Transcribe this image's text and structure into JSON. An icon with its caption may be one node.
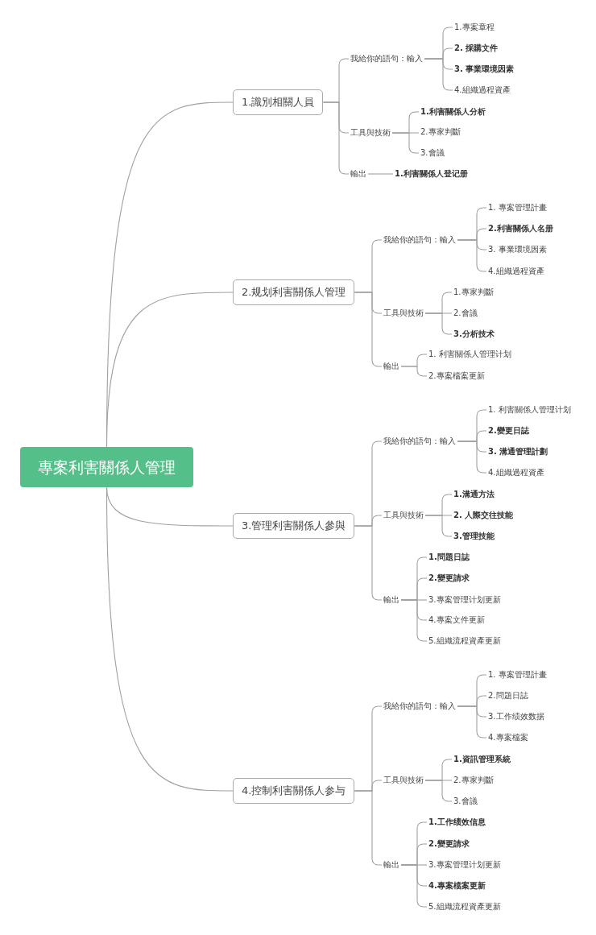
{
  "diagram": {
    "nodes": [
      {
        "text": [
          "專案利害關係人管理"
        ]
      },
      {
        "text": [
          "1.識別相關人員"
        ]
      },
      {
        "text": [
          "我給你的語句：輸入"
        ]
      },
      {
        "text": [
          "1.專案章程"
        ]
      },
      {
        "text": [
          "2. 採購文件"
        ]
      },
      {
        "text": [
          "3. 事業環境因素"
        ]
      },
      {
        "text": [
          "4.組織過程資產"
        ]
      },
      {
        "text": [
          "工具與技術"
        ]
      },
      {
        "text": [
          "1.利害關係人分析"
        ]
      },
      {
        "text": [
          "2.專家判斷"
        ]
      },
      {
        "text": [
          "3.會議"
        ]
      },
      {
        "text": [
          "輸出"
        ]
      },
      {
        "text": [
          "1.利害關係人登记册"
        ]
      },
      {
        "text": [
          "2.规划利害關係人管理"
        ]
      },
      {
        "text": [
          "我給你的語句：輸入"
        ]
      },
      {
        "text": [
          "1. 專案管理計畫"
        ]
      },
      {
        "text": [
          "2.利害關係人名册"
        ]
      },
      {
        "text": [
          "3. 事業環境因素"
        ]
      },
      {
        "text": [
          "4.組織過程資產"
        ]
      },
      {
        "text": [
          "工具與技術"
        ]
      },
      {
        "text": [
          "1.專家判斷"
        ]
      },
      {
        "text": [
          "2.會議"
        ]
      },
      {
        "text": [
          "3.分析技术"
        ]
      },
      {
        "text": [
          "輸出"
        ]
      },
      {
        "text": [
          "1. 利害關係人管理计划"
        ]
      },
      {
        "text": [
          "2.專案檔案更新"
        ]
      },
      {
        "text": [
          "3.管理利害關係人參與"
        ]
      },
      {
        "text": [
          "我給你的語句：輸入"
        ]
      },
      {
        "text": [
          "1. 利害關係人管理计划"
        ]
      },
      {
        "text": [
          "2.變更日誌"
        ]
      },
      {
        "text": [
          "3. 溝通管理計劃"
        ]
      },
      {
        "text": [
          "4.組織過程資產"
        ]
      },
      {
        "text": [
          "工具與技術"
        ]
      },
      {
        "text": [
          "1.溝通方法"
        ]
      },
      {
        "text": [
          "2. 人際交往技能"
        ]
      },
      {
        "text": [
          "3.管理技能"
        ]
      },
      {
        "text": [
          "輸出"
        ]
      },
      {
        "text": [
          "1.問題日誌"
        ]
      },
      {
        "text": [
          "2.變更請求"
        ]
      },
      {
        "text": [
          "3.專案管理计划更新"
        ]
      },
      {
        "text": [
          "4.專案文件更新"
        ]
      },
      {
        "text": [
          "5.組織流程資產更新"
        ]
      },
      {
        "text": [
          "4.控制利害關係人参与"
        ]
      },
      {
        "text": [
          "我給你的語句：輸入"
        ]
      },
      {
        "text": [
          "1. 專案管理計畫"
        ]
      },
      {
        "text": [
          "2.問題日誌"
        ]
      },
      {
        "text": [
          "3.工作绩效数据"
        ]
      },
      {
        "text": [
          "4.專案檔案"
        ]
      },
      {
        "text": [
          "工具與技術"
        ]
      },
      {
        "text": [
          "1.資訊管理系統"
        ]
      },
      {
        "text": [
          "2.專家判斷"
        ]
      },
      {
        "text": [
          "3.會議"
        ]
      },
      {
        "text": [
          "輸出"
        ]
      },
      {
        "text": [
          "1.工作绩效信息"
        ]
      },
      {
        "text": [
          "2.變更請求"
        ]
      },
      {
        "text": [
          "3.專案管理计划更新"
        ]
      },
      {
        "text": [
          "4.專案檔案更新"
        ]
      },
      {
        "text": [
          "5.組織流程資產更新"
        ]
      }
    ],
    "edges": [
      {
        "from": 0,
        "to": 1,
        "arrow": "none"
      },
      {
        "from": 1,
        "to": 2,
        "arrow": "none"
      },
      {
        "from": 2,
        "to": 3,
        "arrow": "none"
      },
      {
        "from": 2,
        "to": 4,
        "arrow": "none"
      },
      {
        "from": 2,
        "to": 5,
        "arrow": "none"
      },
      {
        "from": 2,
        "to": 6,
        "arrow": "none"
      },
      {
        "from": 1,
        "to": 7,
        "arrow": "none"
      },
      {
        "from": 7,
        "to": 8,
        "arrow": "none"
      },
      {
        "from": 7,
        "to": 9,
        "arrow": "none"
      },
      {
        "from": 7,
        "to": 10,
        "arrow": "none"
      },
      {
        "from": 1,
        "to": 11,
        "arrow": "none"
      },
      {
        "from": 11,
        "to": 12,
        "arrow": "none"
      },
      {
        "from": 0,
        "to": 13,
        "arrow": "none"
      },
      {
        "from": 13,
        "to": 14,
        "arrow": "none"
      },
      {
        "from": 14,
        "to": 15,
        "arrow": "none"
      },
      {
        "from": 14,
        "to": 16,
        "arrow": "none"
      },
      {
        "from": 14,
        "to": 17,
        "arrow": "none"
      },
      {
        "from": 14,
        "to": 18,
        "arrow": "none"
      },
      {
        "from": 13,
        "to": 19,
        "arrow": "none"
      },
      {
        "from": 19,
        "to": 20,
        "arrow": "none"
      },
      {
        "from": 19,
        "to": 21,
        "arrow": "none"
      },
      {
        "from": 19,
        "to": 22,
        "arrow": "none"
      },
      {
        "from": 13,
        "to": 23,
        "arrow": "none"
      },
      {
        "from": 23,
        "to": 24,
        "arrow": "none"
      },
      {
        "from": 23,
        "to": 25,
        "arrow": "none"
      },
      {
        "from": 0,
        "to": 26,
        "arrow": "none"
      },
      {
        "from": 26,
        "to": 27,
        "arrow": "none"
      },
      {
        "from": 27,
        "to": 28,
        "arrow": "none"
      },
      {
        "from": 27,
        "to": 29,
        "arrow": "none"
      },
      {
        "from": 27,
        "to": 30,
        "arrow": "none"
      },
      {
        "from": 27,
        "to": 31,
        "arrow": "none"
      },
      {
        "from": 26,
        "to": 32,
        "arrow": "none"
      },
      {
        "from": 32,
        "to": 33,
        "arrow": "none"
      },
      {
        "from": 32,
        "to": 34,
        "arrow": "none"
      },
      {
        "from": 32,
        "to": 35,
        "arrow": "none"
      },
      {
        "from": 26,
        "to": 36,
        "arrow": "none"
      },
      {
        "from": 36,
        "to": 37,
        "arrow": "none"
      },
      {
        "from": 36,
        "to": 38,
        "arrow": "none"
      },
      {
        "from": 36,
        "to": 39,
        "arrow": "none"
      },
      {
        "from": 36,
        "to": 40,
        "arrow": "none"
      },
      {
        "from": 36,
        "to": 41,
        "arrow": "none"
      },
      {
        "from": 0,
        "to": 42,
        "arrow": "none"
      },
      {
        "from": 42,
        "to": 43,
        "arrow": "none"
      },
      {
        "from": 43,
        "to": 44,
        "arrow": "none"
      },
      {
        "from": 43,
        "to": 45,
        "arrow": "none"
      },
      {
        "from": 43,
        "to": 46,
        "arrow": "none"
      },
      {
        "from": 43,
        "to": 47,
        "arrow": "none"
      },
      {
        "from": 42,
        "to": 48,
        "arrow": "none"
      },
      {
        "from": 48,
        "to": 49,
        "arrow": "none"
      },
      {
        "from": 48,
        "to": 50,
        "arrow": "none"
      },
      {
        "from": 48,
        "to": 51,
        "arrow": "none"
      },
      {
        "from": 42,
        "to": 52,
        "arrow": "none"
      },
      {
        "from": 52,
        "to": 53,
        "arrow": "none"
      },
      {
        "from": 52,
        "to": 54,
        "arrow": "none"
      },
      {
        "from": 52,
        "to": 55,
        "arrow": "none"
      },
      {
        "from": 52,
        "to": 56,
        "arrow": "none"
      },
      {
        "from": 52,
        "to": 57,
        "arrow": "none"
      }
    ]
  }
}
